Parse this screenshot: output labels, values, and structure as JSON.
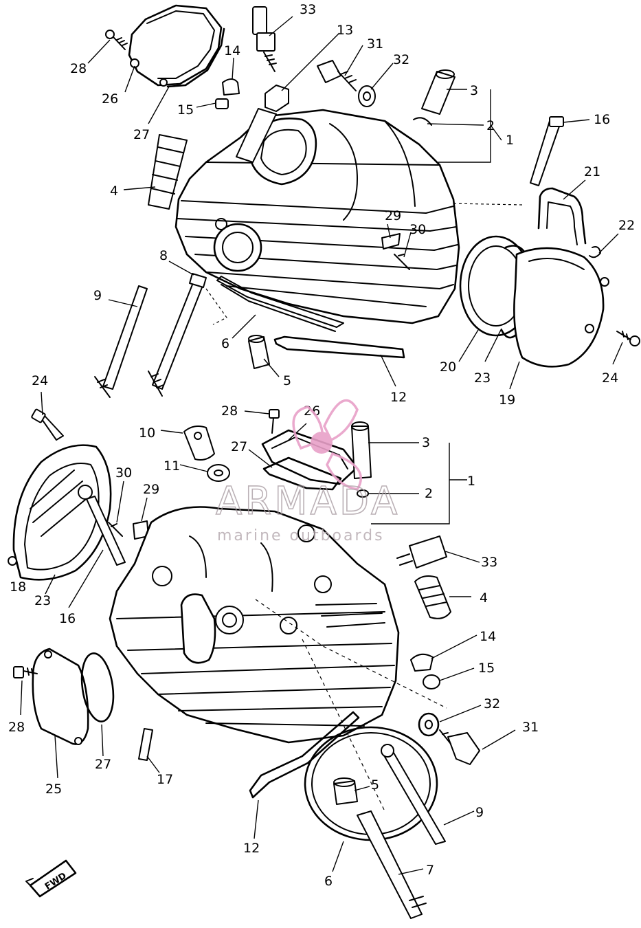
{
  "callouts": {
    "c33a": "33",
    "c13": "13",
    "c31a": "31",
    "c32a": "32",
    "c3a": "3",
    "c2a": "2",
    "c1a": "1",
    "c28a": "28",
    "c26a": "26",
    "c27a": "27",
    "c14a": "14",
    "c15a": "15",
    "c16a": "16",
    "c4a": "4",
    "c21": "21",
    "c22": "22",
    "c29a": "29",
    "c30a": "30",
    "c8": "8",
    "c9a": "9",
    "c6a": "6",
    "c5a": "5",
    "c12a": "12",
    "c20": "20",
    "c23a": "23",
    "c19": "19",
    "c24a": "24",
    "c24b": "24",
    "c28b": "28",
    "c26b": "26",
    "c3b": "3",
    "c10": "10",
    "c27b": "27",
    "c1b": "1",
    "c11": "11",
    "c2b": "2",
    "c30b": "30",
    "c29b": "29",
    "c18": "18",
    "c23b": "23",
    "c16b": "16",
    "c33b": "33",
    "c4b": "4",
    "c14b": "14",
    "c15b": "15",
    "c32b": "32",
    "c31b": "31",
    "c28c": "28",
    "c27c": "27",
    "c25": "25",
    "c17": "17",
    "c5b": "5",
    "c9b": "9",
    "c12b": "12",
    "c6b": "6",
    "c7": "7"
  },
  "watermark": {
    "brand": "ARMADA",
    "tagline": "marine outboards",
    "color": "#e8a0c8"
  },
  "fwd_badge": "FWD"
}
